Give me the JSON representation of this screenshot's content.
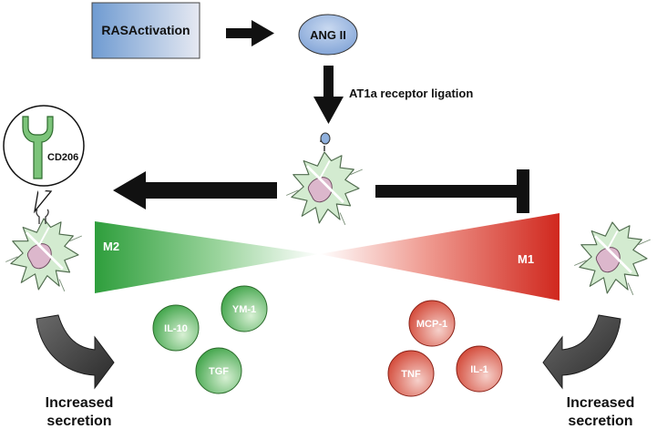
{
  "flow": {
    "ras_box_label": "RASActivation",
    "ang_label": "ANG II",
    "receptor_label": "AT1a receptor ligation"
  },
  "callout": {
    "cd206_label": "CD206"
  },
  "gradient": {
    "m2_label": "M2",
    "m1_label": "M1"
  },
  "m2_cytokines": [
    "IL-10",
    "YM-1",
    "TGF"
  ],
  "m1_cytokines": [
    "MCP-1",
    "TNF",
    "IL-1"
  ],
  "secretion": {
    "left_line1": "Increased",
    "left_line2": "secretion",
    "right_line1": "Increased",
    "right_line2": "secretion"
  },
  "colors": {
    "m2_green": "#2e9e3c",
    "m1_red": "#d0281e",
    "ras_box_blue": "#6f9bd1",
    "ang_ellipse_blue": "#8fb0dd",
    "cell_fill": "#d3ebd0",
    "nucleus_fill": "#dcb7cc",
    "arrow_black": "#111111",
    "curved_arrow_dark": "#3c3c3c"
  },
  "icons": {
    "receptor": "at1a-receptor-icon",
    "cd206": "cd206-receptor-icon",
    "macrophage": "macrophage-cell-icon",
    "curved_arrow": "curved-arrow-icon"
  }
}
